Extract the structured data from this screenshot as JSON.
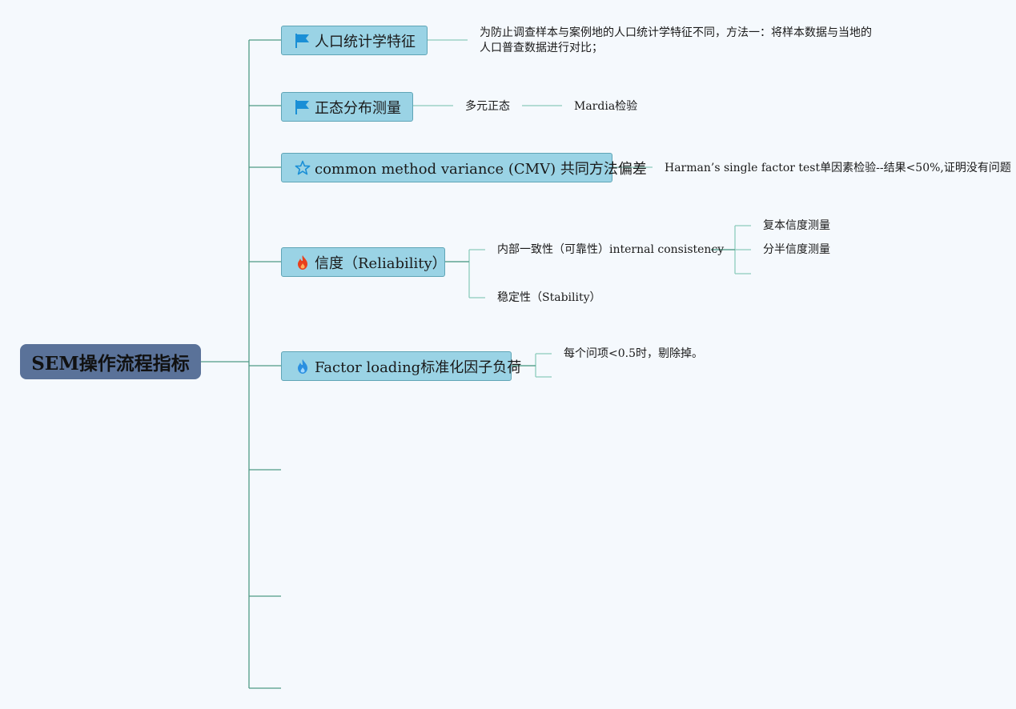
{
  "root": {
    "label": "SEM操作流程指标"
  },
  "topics": [
    {
      "label": "人口统计学特征",
      "icon": "flag-icon",
      "children": [
        {
          "label": "为防止调查样本与案例地的人口统计学特征不同，方法一：将样本数据与当地的人口普查数据进行对比；"
        }
      ]
    },
    {
      "label": "正态分布测量",
      "icon": "flag-icon",
      "children": [
        {
          "label": "多元正态",
          "children": [
            {
              "label": "Mardia检验"
            }
          ]
        }
      ]
    },
    {
      "label": "common method variance (CMV) 共同方法偏差",
      "icon": "star-outline-icon",
      "children": [
        {
          "label": "Harman’s single factor test单因素检验--结果<50%,证明没有问题"
        }
      ]
    },
    {
      "label": "信度（Reliability）",
      "icon": "fire-red-icon",
      "children": [
        {
          "label": "内部一致性（可靠性）internal consistency",
          "children": [
            {
              "label": "复本信度测量"
            },
            {
              "label": "分半信度测量"
            },
            {
              "label": ""
            }
          ]
        },
        {
          "label": "稳定性（Stability）"
        }
      ]
    },
    {
      "label": "Factor loading标准化因子负荷",
      "icon": "fire-blue-icon",
      "children": [
        {
          "label": "每个问项<0.5时，剔除掉。"
        },
        {
          "label": ""
        }
      ]
    }
  ],
  "colors": {
    "background": "#f5f9fd",
    "root_fill": "#5a7299",
    "topic_fill": "#9ad3e5",
    "topic_border": "#5fa5b6",
    "connector": "#4f9a86",
    "connector_light": "#8ccbbd",
    "flag_icon": "#1a8fd6",
    "star_icon": "#1a8fd6",
    "fire_red_icon": "#e8401c",
    "fire_blue_icon": "#2a8fe0"
  }
}
